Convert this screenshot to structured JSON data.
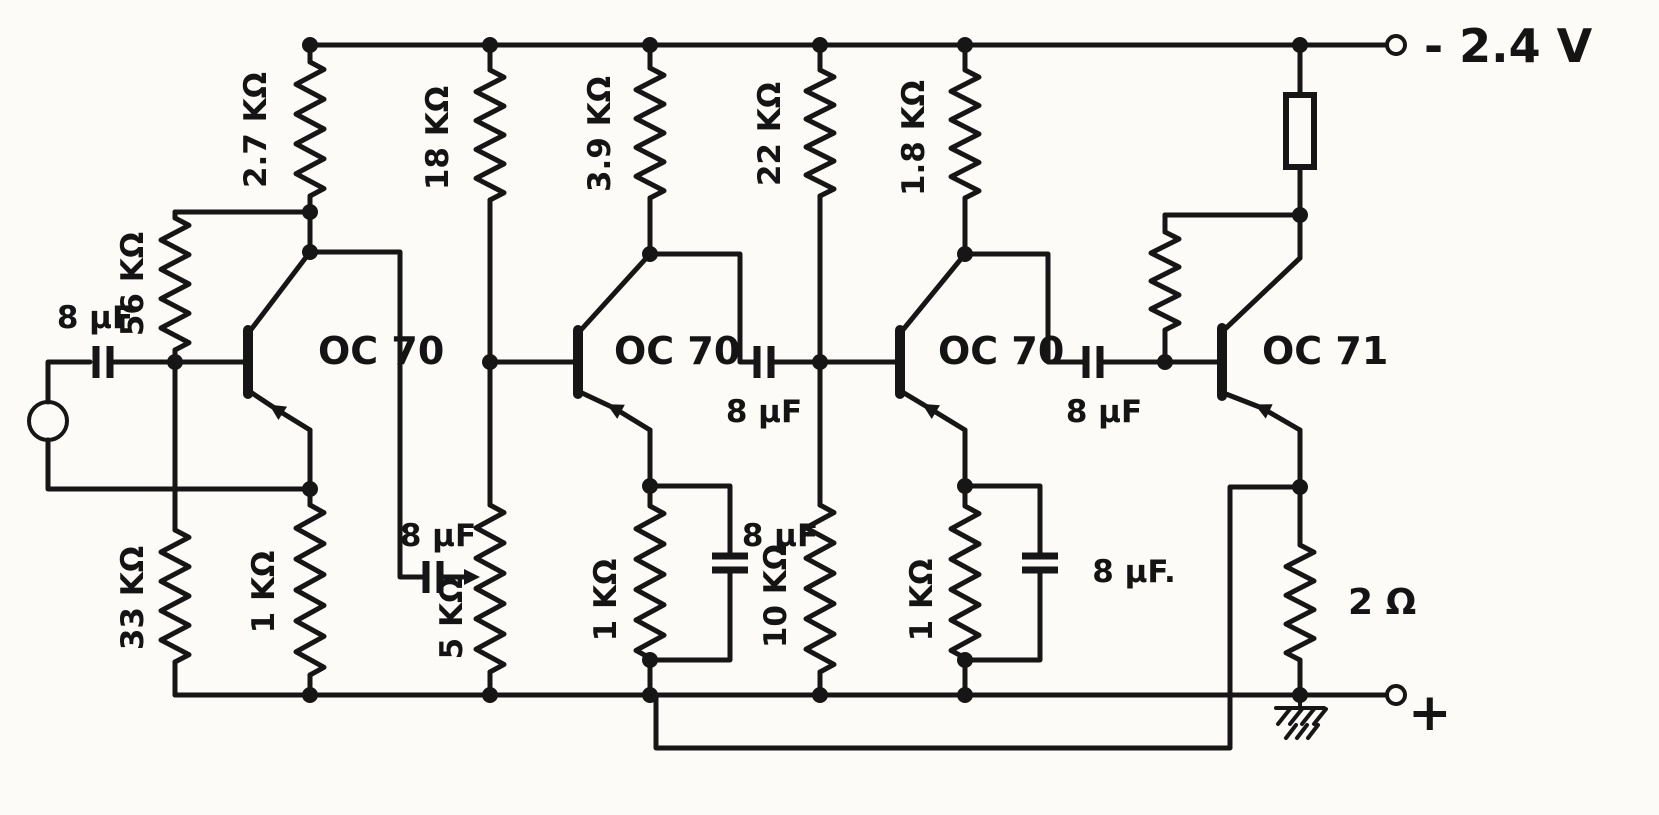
{
  "terminals": {
    "negative": "- 2.4 V",
    "positive": "+"
  },
  "transistors": [
    {
      "ref": "stage-1",
      "label": "OC 70"
    },
    {
      "ref": "stage-2",
      "label": "OC 70"
    },
    {
      "ref": "stage-3",
      "label": "OC 70"
    },
    {
      "ref": "output-stage",
      "label": "OC 71"
    }
  ],
  "resistors": [
    {
      "ref": "collector-load-stage-1",
      "label": "2.7 KΩ"
    },
    {
      "ref": "base-bias-upper-stage-2",
      "label": "18 KΩ"
    },
    {
      "ref": "collector-load-stage-2",
      "label": "3.9 KΩ"
    },
    {
      "ref": "base-bias-upper-stage-3",
      "label": "22 KΩ"
    },
    {
      "ref": "collector-load-stage-3",
      "label": "1.8 KΩ"
    },
    {
      "ref": "base-bias-upper-stage-1",
      "label": "56 KΩ"
    },
    {
      "ref": "base-bias-lower-stage-1",
      "label": "33 KΩ"
    },
    {
      "ref": "emitter-stage-1",
      "label": "1 KΩ"
    },
    {
      "ref": "volume-control",
      "label": "5 KΩ"
    },
    {
      "ref": "emitter-stage-2",
      "label": "1 KΩ"
    },
    {
      "ref": "base-bias-lower-stage-3",
      "label": "10 KΩ"
    },
    {
      "ref": "emitter-stage-3",
      "label": "1 KΩ"
    },
    {
      "ref": "output-emitter",
      "label": "2 Ω"
    }
  ],
  "capacitors": [
    {
      "ref": "input-coupling",
      "label": "8 µF"
    },
    {
      "ref": "volume-coupling",
      "label": "8 µF"
    },
    {
      "ref": "coupling-stage-2-3",
      "label": "8 µF"
    },
    {
      "ref": "emitter-bypass-stage-2",
      "label": "8 µF"
    },
    {
      "ref": "coupling-stage-3-4",
      "label": "8 µF"
    },
    {
      "ref": "emitter-bypass-stage-3",
      "label": "8 µF."
    }
  ]
}
